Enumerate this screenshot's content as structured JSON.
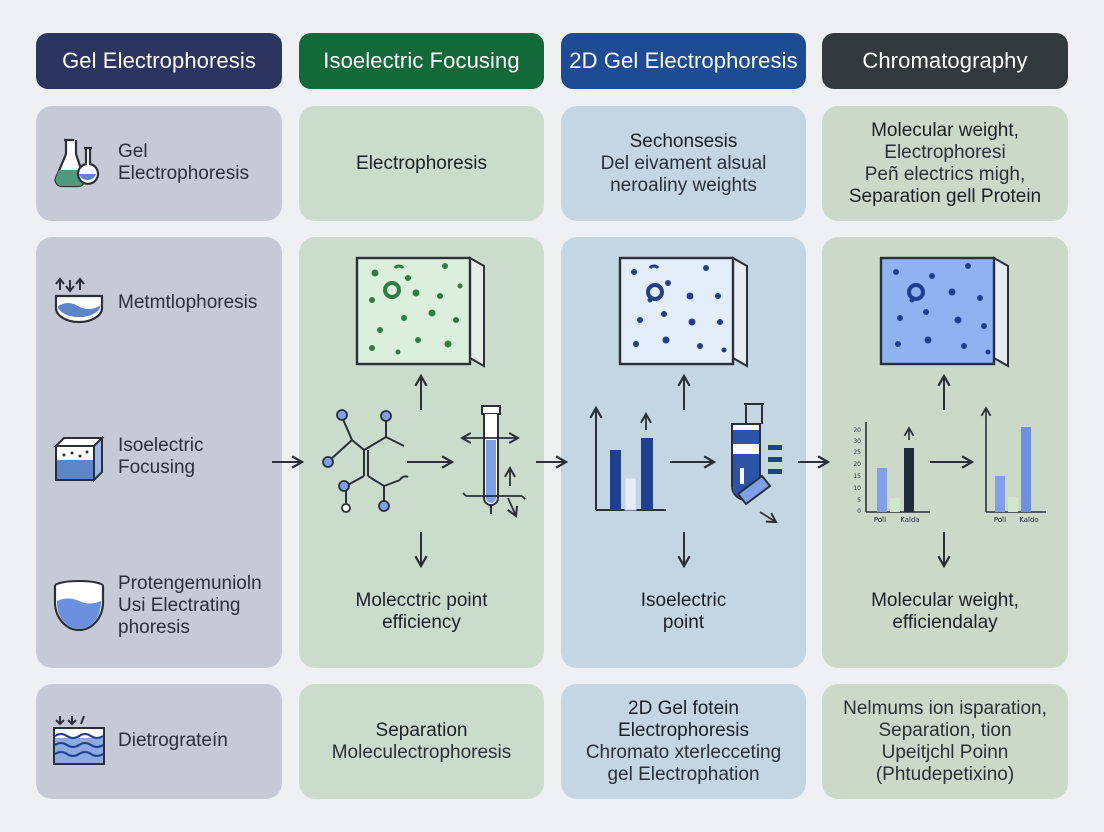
{
  "headers": [
    {
      "label": "Gel Electrophoresis",
      "color": "#2b3560"
    },
    {
      "label": "Isoelectric Focusing",
      "color": "#14693a"
    },
    {
      "label": "2D Gel Electrophoresis",
      "color": "#1d4c95"
    },
    {
      "label": "Chromatography",
      "color": "#333a3e"
    }
  ],
  "sidebar": {
    "top": {
      "icon": "flask-icon",
      "lines": [
        "Gel",
        "Electrophoresis"
      ]
    },
    "items": [
      {
        "icon": "beaker-arrows-icon",
        "lines": [
          "Metmtlophoresis"
        ]
      },
      {
        "icon": "gel-block-icon",
        "lines": [
          "Isoelectric",
          "Focusing"
        ]
      },
      {
        "icon": "bowl-icon",
        "lines": [
          "Protengemunioln",
          "Usi Electrating",
          "phoresis"
        ]
      }
    ],
    "bottom": {
      "icon": "wave-tank-icon",
      "lines": [
        "Dietrograteín"
      ]
    }
  },
  "row1": [
    {
      "lines": [
        "Electrophoresis"
      ],
      "bold": [
        true
      ]
    },
    {
      "lines": [
        "Sechonsesis",
        "Del eivament alsual",
        "neroaliny weights"
      ],
      "bold": [
        true,
        false,
        false
      ]
    },
    {
      "lines": [
        "Molecular weight,",
        "Electrophoresi",
        "Peñ electrics migh,",
        "Separation gell Protein"
      ],
      "bold": [
        true,
        false,
        false,
        true
      ]
    }
  ],
  "row2": [
    {
      "lines": [
        "Molecctric point",
        "efficiency"
      ]
    },
    {
      "lines": [
        "Isoelectric",
        "point"
      ]
    },
    {
      "lines": [
        "Molecular weight,",
        "efficiendalay"
      ]
    }
  ],
  "row3": [
    {
      "lines": [
        "Separation",
        "Moleculectrophoresis"
      ],
      "bold": [
        true,
        false
      ]
    },
    {
      "lines": [
        "2D Gel fotein",
        "Electrophoresis",
        "Chromato xterlecceting",
        "gel Electrophation"
      ],
      "bold": [
        true,
        true,
        false,
        false
      ]
    },
    {
      "lines": [
        "Nelmums ion isparation,",
        "Separation, tion",
        "Upeitjchl Poinn",
        "(Phtudepetixino)"
      ],
      "bold": [
        false,
        false,
        false,
        false
      ]
    }
  ],
  "mini_chart": {
    "y_ticks": [
      "20",
      "30",
      "25",
      "20",
      "15",
      "10",
      "5",
      "0"
    ],
    "x_labels": [
      "Poll",
      "Kalda"
    ]
  },
  "mini_chart_2": {
    "x_labels": [
      "Poll",
      "Kaldo"
    ]
  },
  "colors": {
    "gel_green_dots": "#2e7d42",
    "gel_blue_dots": "#233f8a",
    "chart_dark_blue": "#1f3f8f",
    "chart_light_blue": "#7f9fe8",
    "chart_green": "#cfe8c9",
    "arrow": "#2a2f3a"
  }
}
